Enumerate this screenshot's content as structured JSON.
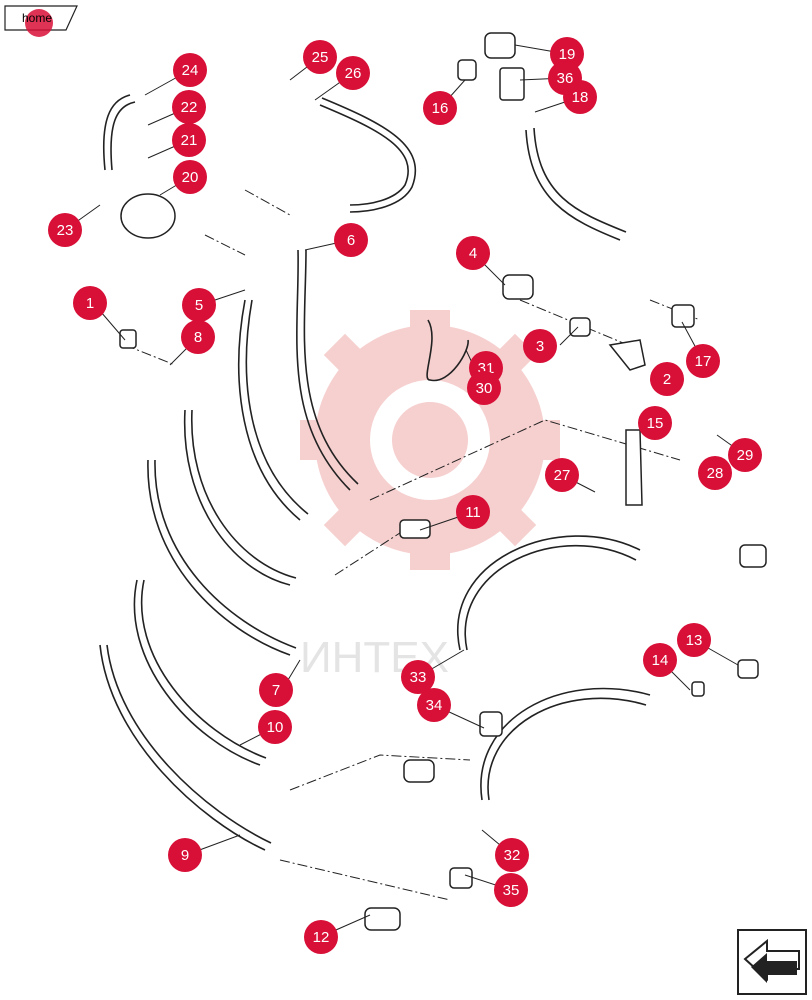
{
  "nav": {
    "home_label": "home"
  },
  "watermark": {
    "text": "ИНТЕХ"
  },
  "colors": {
    "callout": "#d80f37",
    "line": "#222222",
    "watermark": "#f6c9c9"
  },
  "callouts": [
    "1",
    "2",
    "3",
    "4",
    "5",
    "6",
    "7",
    "8",
    "9",
    "10",
    "11",
    "12",
    "13",
    "14",
    "15",
    "16",
    "17",
    "18",
    "19",
    "20",
    "21",
    "22",
    "23",
    "24",
    "25",
    "26",
    "27",
    "28",
    "29",
    "30",
    "31",
    "32",
    "33",
    "34",
    "35",
    "36"
  ],
  "icons": {
    "back": "back-arrow-icon",
    "home": "home-tab-icon"
  }
}
